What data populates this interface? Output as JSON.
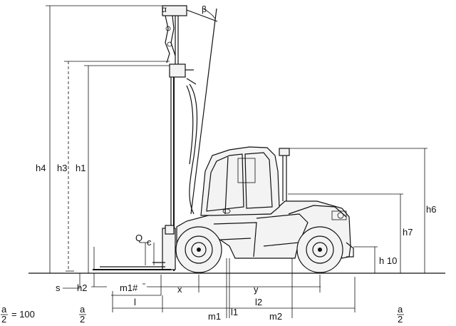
{
  "labels": {
    "h4": "h4",
    "h3": "h3",
    "h1": "h1",
    "h6": "h6",
    "h7": "h7",
    "h10": "h 10",
    "s": "s",
    "h2": "h2",
    "Q": "Q",
    "c": "c",
    "m1hash": "m1#",
    "x": "x",
    "y": "y",
    "l": "l",
    "l1": "l1",
    "l2": "l2",
    "m1": "m1",
    "m2": "m2",
    "alpha": "α",
    "beta": "β"
  },
  "formula": {
    "a": "a",
    "two": "2",
    "eq": "= 100"
  },
  "colors": {
    "ink": "#111111",
    "background": "#ffffff"
  }
}
